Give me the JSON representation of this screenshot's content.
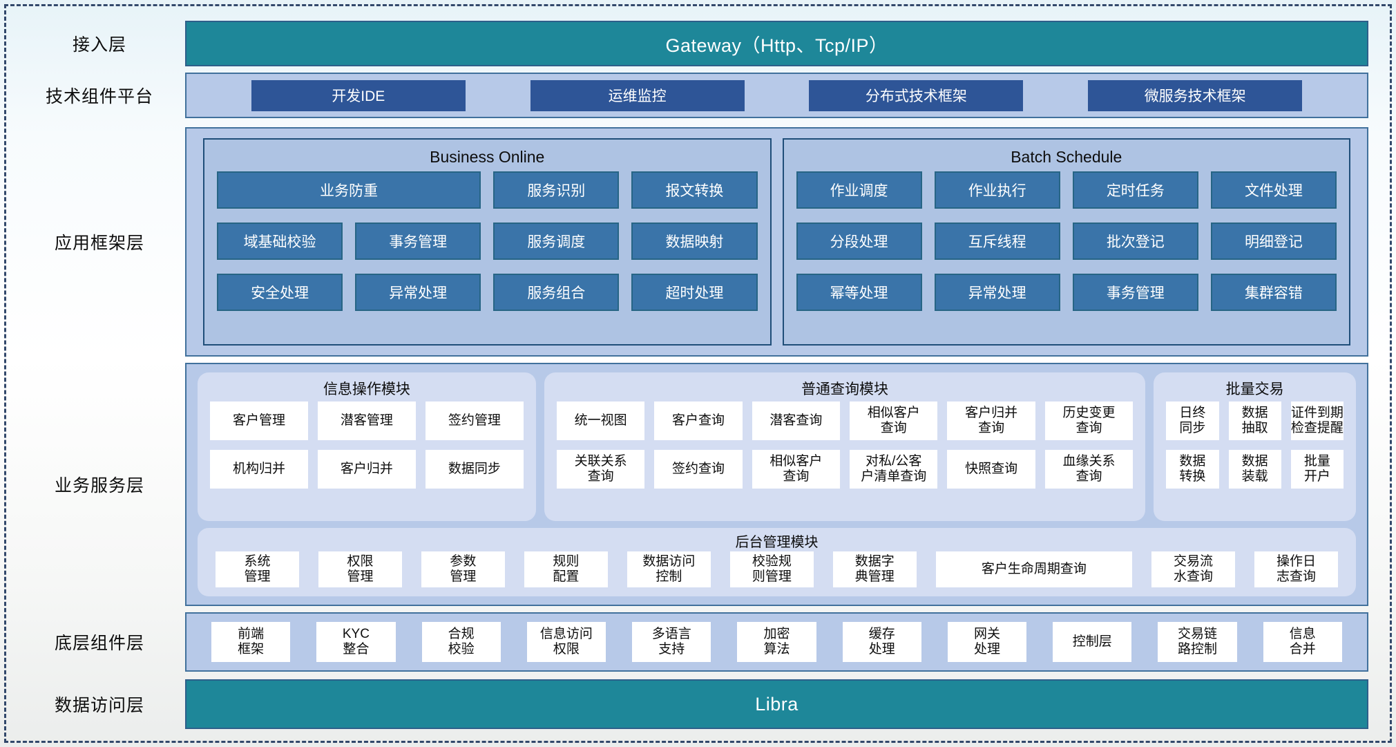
{
  "colors": {
    "teal": "#1e8799",
    "dark_blue_button": "#2e5597",
    "container_blue": "#b7c9e8",
    "framework_button_blue": "#3a74a9",
    "panel_lavender": "#d4ddf2",
    "border_navy": "#1f4e79"
  },
  "layers": {
    "access": {
      "label": "接入层",
      "text": "Gateway（Http、Tcp/IP）"
    },
    "tech": {
      "label": "技术组件平台",
      "buttons": [
        "开发IDE",
        "运维监控",
        "分布式技术框架",
        "微服务技术框架"
      ]
    },
    "app": {
      "label": "应用框架层",
      "business_online": {
        "title": "Business Online",
        "cells": [
          "业务防重",
          "服务识别",
          "报文转换",
          "域基础校验",
          "事务管理",
          "服务调度",
          "数据映射",
          "安全处理",
          "异常处理",
          "服务组合",
          "超时处理"
        ]
      },
      "batch_schedule": {
        "title": "Batch Schedule",
        "cells": [
          "作业调度",
          "作业执行",
          "定时任务",
          "文件处理",
          "分段处理",
          "互斥线程",
          "批次登记",
          "明细登记",
          "幂等处理",
          "异常处理",
          "事务管理",
          "集群容错"
        ]
      }
    },
    "service": {
      "label": "业务服务层",
      "info_module": {
        "title": "信息操作模块",
        "cells": [
          "客户管理",
          "潜客管理",
          "签约管理",
          "机构归并",
          "客户归并",
          "数据同步"
        ]
      },
      "query_module": {
        "title": "普通查询模块",
        "cells": [
          "统一视图",
          "客户查询",
          "潜客查询",
          "相似客户\n查询",
          "客户归并\n查询",
          "历史变更\n查询",
          "关联关系\n查询",
          "签约查询",
          "相似客户\n查询",
          "对私/公客\n户清单查询",
          "快照查询",
          "血缘关系\n查询"
        ]
      },
      "batch_trade": {
        "title": "批量交易",
        "cells": [
          "日终\n同步",
          "数据\n抽取",
          "证件到期\n检查提醒",
          "数据\n转换",
          "数据\n装载",
          "批量\n开户"
        ]
      },
      "admin_module": {
        "title": "后台管理模块",
        "cells": [
          "系统\n管理",
          "权限\n管理",
          "参数\n管理",
          "规则\n配置",
          "数据访问\n控制",
          "校验规\n则管理",
          "数据字\n典管理",
          "客户生命周期查询",
          "交易流\n水查询",
          "操作日\n志查询"
        ]
      }
    },
    "base": {
      "label": "底层组件层",
      "cells": [
        "前端\n框架",
        "KYC\n整合",
        "合规\n校验",
        "信息访问\n权限",
        "多语言\n支持",
        "加密\n算法",
        "缓存\n处理",
        "网关\n处理",
        "控制层",
        "交易链\n路控制",
        "信息\n合并"
      ]
    },
    "data_access": {
      "label": "数据访问层",
      "text": "Libra"
    }
  }
}
